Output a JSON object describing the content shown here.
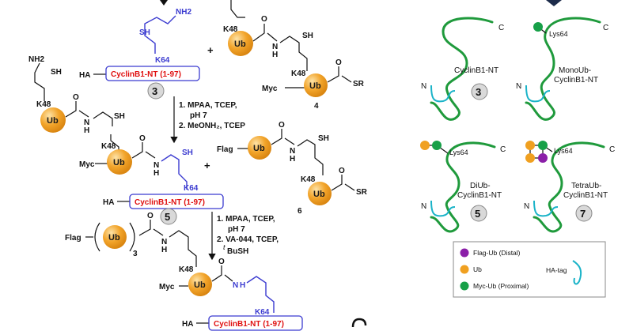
{
  "scheme": {
    "ub": "Ub",
    "k48": "K48",
    "k64": "K64",
    "ha": "HA",
    "myc": "Myc",
    "flag": "Flag",
    "sh": "SH",
    "nh2": "NH2",
    "nh": "N",
    "h": "H",
    "o": "O",
    "sr": "SR",
    "plus": "+",
    "cyclin_label": "CyclinB1-NT (1-97)",
    "compound_3": "3",
    "compound_4": "4",
    "compound_5": "5",
    "compound_6": "6",
    "subscript_3": "3",
    "step1_line1": "1. MPAA, TCEP,",
    "step1_line2": "pH 7",
    "step1_line3": "2. MeONH₂, TCEP",
    "step2_line1": "1. MPAA, TCEP,",
    "step2_line2": "pH 7",
    "step2_line3": "2. VA-044, TCEP,",
    "step2_line4_sup": "t",
    "step2_line4": "BuSH"
  },
  "panels": {
    "n": "N",
    "c": "C",
    "lys64": "Lys64",
    "p3_label_1": "CyclinB1-NT",
    "p3_number": "3",
    "p4_label_1": "MonoUb-",
    "p4_label_2": "CyclinB1-NT",
    "p5_label_1": "DiUb-",
    "p5_label_2": "CyclinB1-NT",
    "p5_number": "5",
    "p7_label_1": "TetraUb-",
    "p7_label_2": "CyclinB1-NT",
    "p7_number": "7"
  },
  "legend": {
    "flag_ub": "Flag-Ub (Distal)",
    "ub": "Ub",
    "myc_ub": "Myc-Ub (Proximal)",
    "ha_tag": "HA-tag"
  },
  "colors": {
    "ub_orange": "#f0a020",
    "flag_purple": "#8b1fa8",
    "myc_green": "#17a048",
    "protein_green": "#1f9a3c",
    "ha_teal": "#1ab3c8",
    "k64_blue": "#3b3bd0",
    "cyclin_red": "#e01010",
    "navy": "#1c2b4a"
  }
}
